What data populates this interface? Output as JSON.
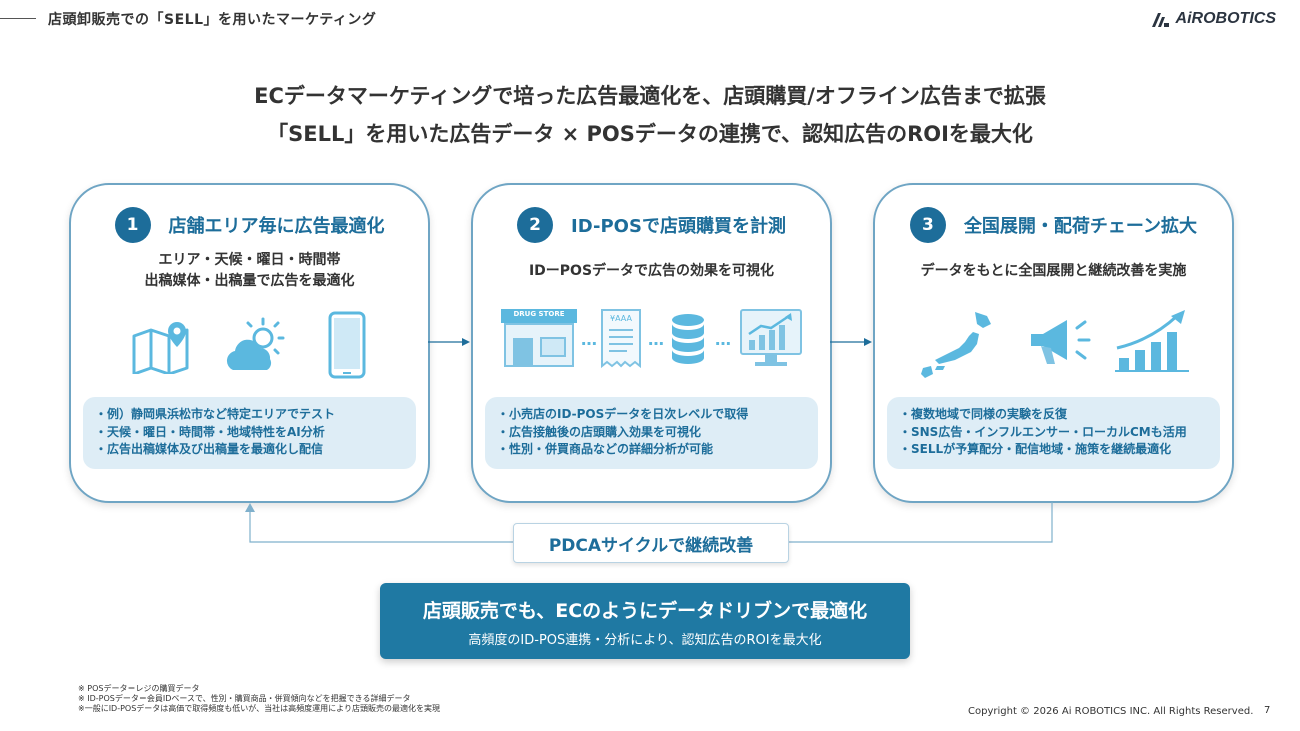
{
  "header": {
    "title": "店頭卸販売での「SELL」を用いたマーケティング",
    "logo_text": "AiROBOTICS"
  },
  "headline": {
    "line1": "ECデータマーケティングで培った広告最適化を、店頭購買/オフライン広告まで拡張",
    "line2": "「SELL」を用いた広告データ × POSデータの連携で、認知広告のROIを最大化"
  },
  "cards": [
    {
      "number": "1",
      "title": "店舗エリア毎に広告最適化",
      "subtitle_lines": [
        "エリア・天候・曜日・時間帯",
        "出稿媒体・出稿量で広告を最適化"
      ],
      "icons": [
        "map-icon",
        "weather-icon",
        "smartphone-icon"
      ],
      "bullets": [
        "・例）静岡県浜松市など特定エリアでテスト",
        "・天候・曜日・時間帯・地域特性をAI分析",
        "・広告出稿媒体及び出稿量を最適化し配信"
      ]
    },
    {
      "number": "2",
      "title": "ID-POSで店頭購買を計測",
      "subtitle_lines": [
        "IDーPOSデータで広告の効果を可視化"
      ],
      "store_sign": "DRUG STORE",
      "receipt_text": "¥AAA",
      "ellipsis": "…",
      "icons": [
        "store-icon",
        "receipt-icon",
        "database-icon",
        "monitor-chart-icon"
      ],
      "bullets": [
        "・小売店のID-POSデータを日次レベルで取得",
        "・広告接触後の店頭購入効果を可視化",
        "・性別・併買商品などの詳細分析が可能"
      ]
    },
    {
      "number": "3",
      "title": "全国展開・配荷チェーン拡大",
      "subtitle_lines": [
        "データをもとに全国展開と継続改善を実施"
      ],
      "icons": [
        "japan-map-icon",
        "megaphone-icon",
        "growth-chart-icon"
      ],
      "bullets": [
        "・複数地域で同様の実験を反復",
        "・SNS広告・インフルエンサー・ローカルCMも活用",
        "・SELLが予算配分・配信地域・施策を継続最適化"
      ]
    }
  ],
  "cycle_label": "PDCAサイクルで継続改善",
  "summary": {
    "main": "店頭販売でも、ECのようにデータドリブンで最適化",
    "sub": "高頻度のID-POS連携・分析により、認知広告のROIを最大化"
  },
  "notes": [
    "※ POSデータ＝レジの購買データ",
    "※ ID-POSデータ＝会員IDベースで、性別・購買商品・併買傾向などを把握できる詳細データ",
    "※一般にID-POSデータは高価で取得頻度も低いが、当社は高頻度運用により店頭販売の最適化を実現"
  ],
  "footer": {
    "copyright": "Copyright © 2026 Ai ROBOTICS INC. All Rights Reserved.",
    "page": "7"
  },
  "colors": {
    "accent": "#1d6d9a",
    "icon": "#5bb8df",
    "bullet_bg": "#deedf6",
    "summary_bg": "#1f79a3"
  }
}
